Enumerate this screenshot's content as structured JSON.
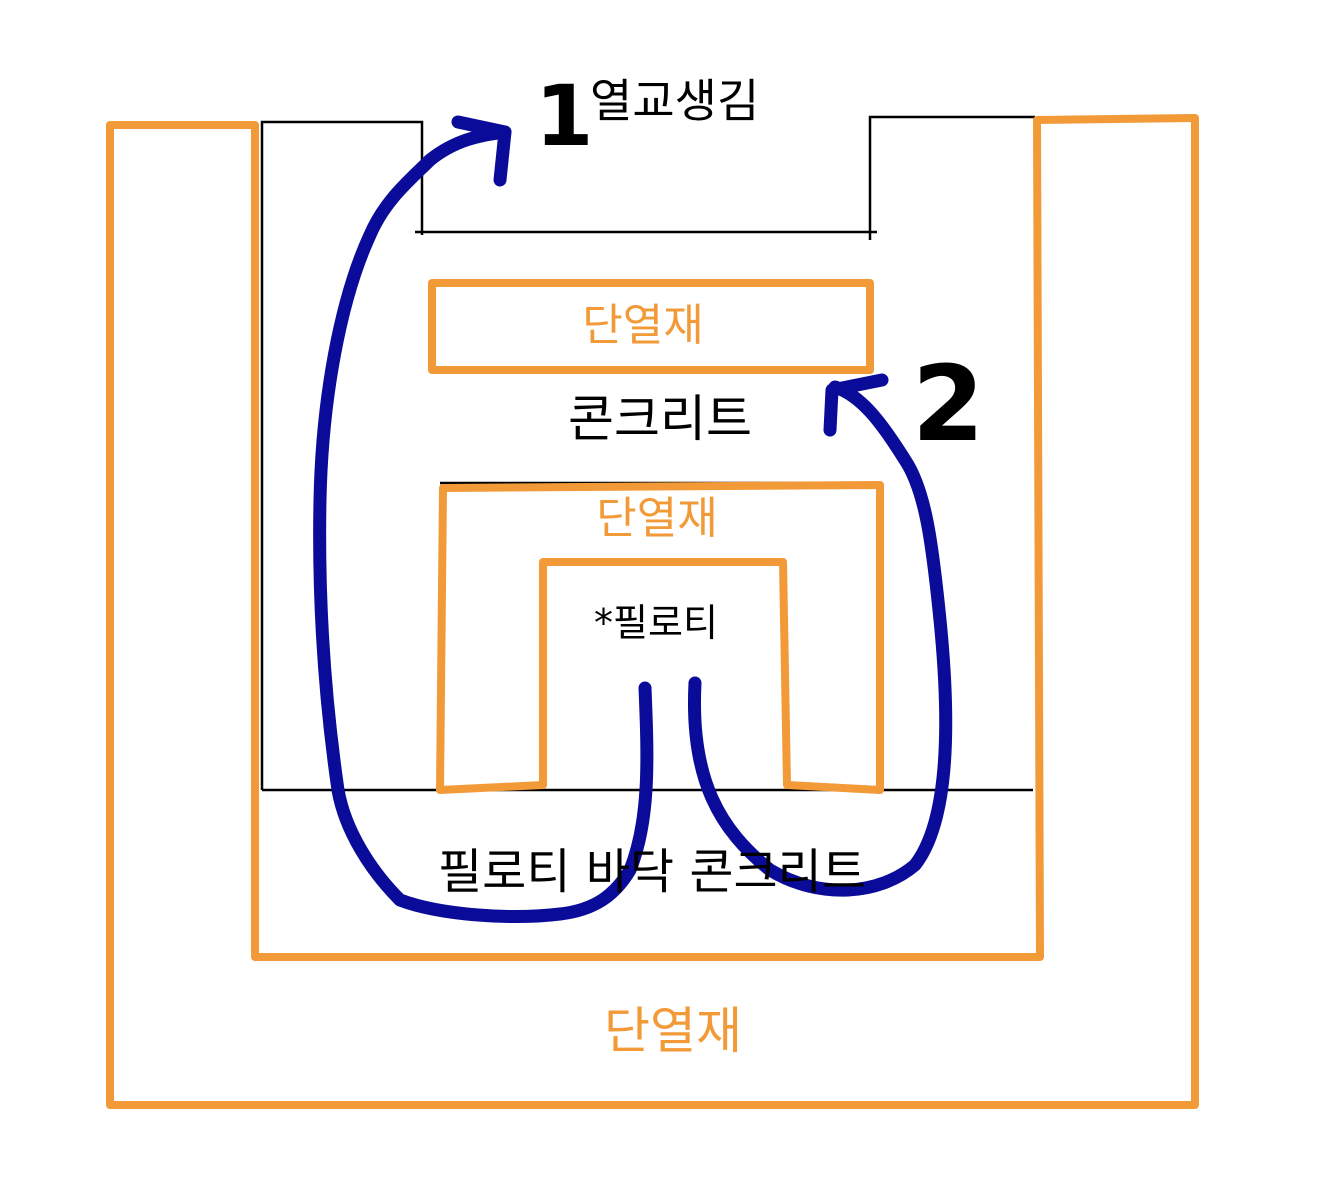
{
  "colors": {
    "insulation": "#F29A38",
    "arrow": "#0B0B9A",
    "line": "#000000"
  },
  "labels": {
    "marker_1": "1",
    "thermal_bridge": "열교생김",
    "insulation_top": "단열재",
    "concrete": "콘크리트",
    "marker_2": "2",
    "insulation_middle": "단열재",
    "piloti": "*필로티",
    "piloti_floor_concrete": "필로티 바닥 콘크리트",
    "insulation_bottom": "단열재"
  }
}
